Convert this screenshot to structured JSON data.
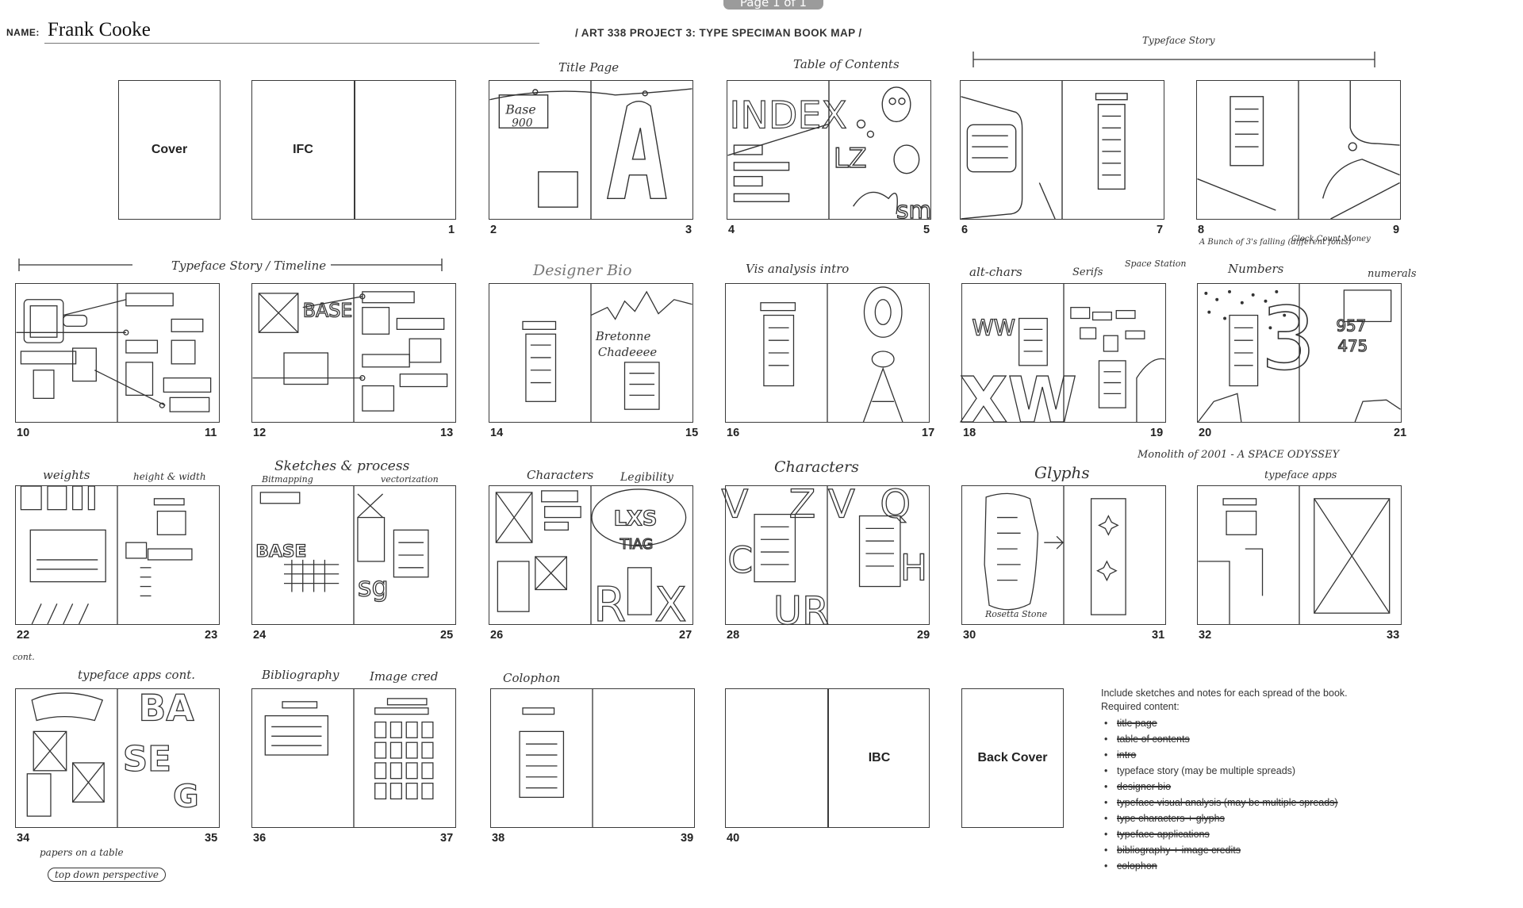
{
  "viewer": {
    "page_indicator": "Page 1 of 1"
  },
  "header": {
    "name_label": "NAME:",
    "name_value": "Frank Cooke",
    "project_title": "/ ART 338 PROJECT 3: TYPE SPECIMAN BOOK MAP /"
  },
  "pages": {
    "cover": "Cover",
    "ifc": "IFC",
    "ibc": "IBC",
    "back_cover": "Back Cover"
  },
  "page_numbers": [
    "1",
    "2",
    "3",
    "4",
    "5",
    "6",
    "7",
    "8",
    "9",
    "10",
    "11",
    "12",
    "13",
    "14",
    "15",
    "16",
    "17",
    "18",
    "19",
    "20",
    "21",
    "22",
    "23",
    "24",
    "25",
    "26",
    "27",
    "28",
    "29",
    "30",
    "31",
    "32",
    "33",
    "34",
    "35",
    "36",
    "37",
    "38",
    "39",
    "40"
  ],
  "annotations": {
    "title_page": "Title Page",
    "table_of_contents": "Table of Contents",
    "typeface_story_top": "Typeface Story",
    "typeface_story_row2": "Typeface Story / Timeline",
    "designer_bio": "Designer Bio",
    "vis_analysis": "Vis analysis intro",
    "alt_chars": "alt-chars",
    "serifs": "Serifs",
    "space_station": "Space Station",
    "bunch_of_3s": "A Bunch of 3's falling (different fonts)",
    "numbers": "Numbers",
    "clock_count_money": "Clock Count Money",
    "numerals": "numerals",
    "weights": "weights",
    "height_width": "height & width",
    "sketches_process": "Sketches & process",
    "bitmapping": "Bitmapping",
    "vectorization": "vectorization",
    "characters": "Characters",
    "legibility": "Legibility",
    "characters2": "Characters",
    "glyphs": "Glyphs",
    "monolith": "Monolith of 2001 - A SPACE ODYSSEY",
    "typeface_apps": "typeface apps",
    "cont": "cont.",
    "typeface_apps_cont": "typeface apps cont.",
    "bibliography": "Bibliography",
    "image_cred": "Image cred",
    "colophon": "Colophon",
    "papers_on_table": "papers on a table",
    "top_down": "top down perspective",
    "rosetta_stone": "Rosetta Stone"
  },
  "requirements": {
    "intro_line1": "Include sketches and notes for each spread of the book.",
    "intro_line2": "Required content:",
    "items": [
      {
        "text": "title page",
        "struck": true
      },
      {
        "text": "table of contents",
        "struck": true
      },
      {
        "text": "intro",
        "struck": true
      },
      {
        "text": "typeface story (may be multiple spreads)",
        "struck": false
      },
      {
        "text": "designer bio",
        "struck": true
      },
      {
        "text": "typeface visual analysis (may be multiple spreads)",
        "struck": true
      },
      {
        "text": "type characters + glyphs",
        "struck": true
      },
      {
        "text": "typeface applications",
        "struck": true
      },
      {
        "text": "bibliography + image credits",
        "struck": true
      },
      {
        "text": "colophon",
        "struck": true
      }
    ]
  }
}
